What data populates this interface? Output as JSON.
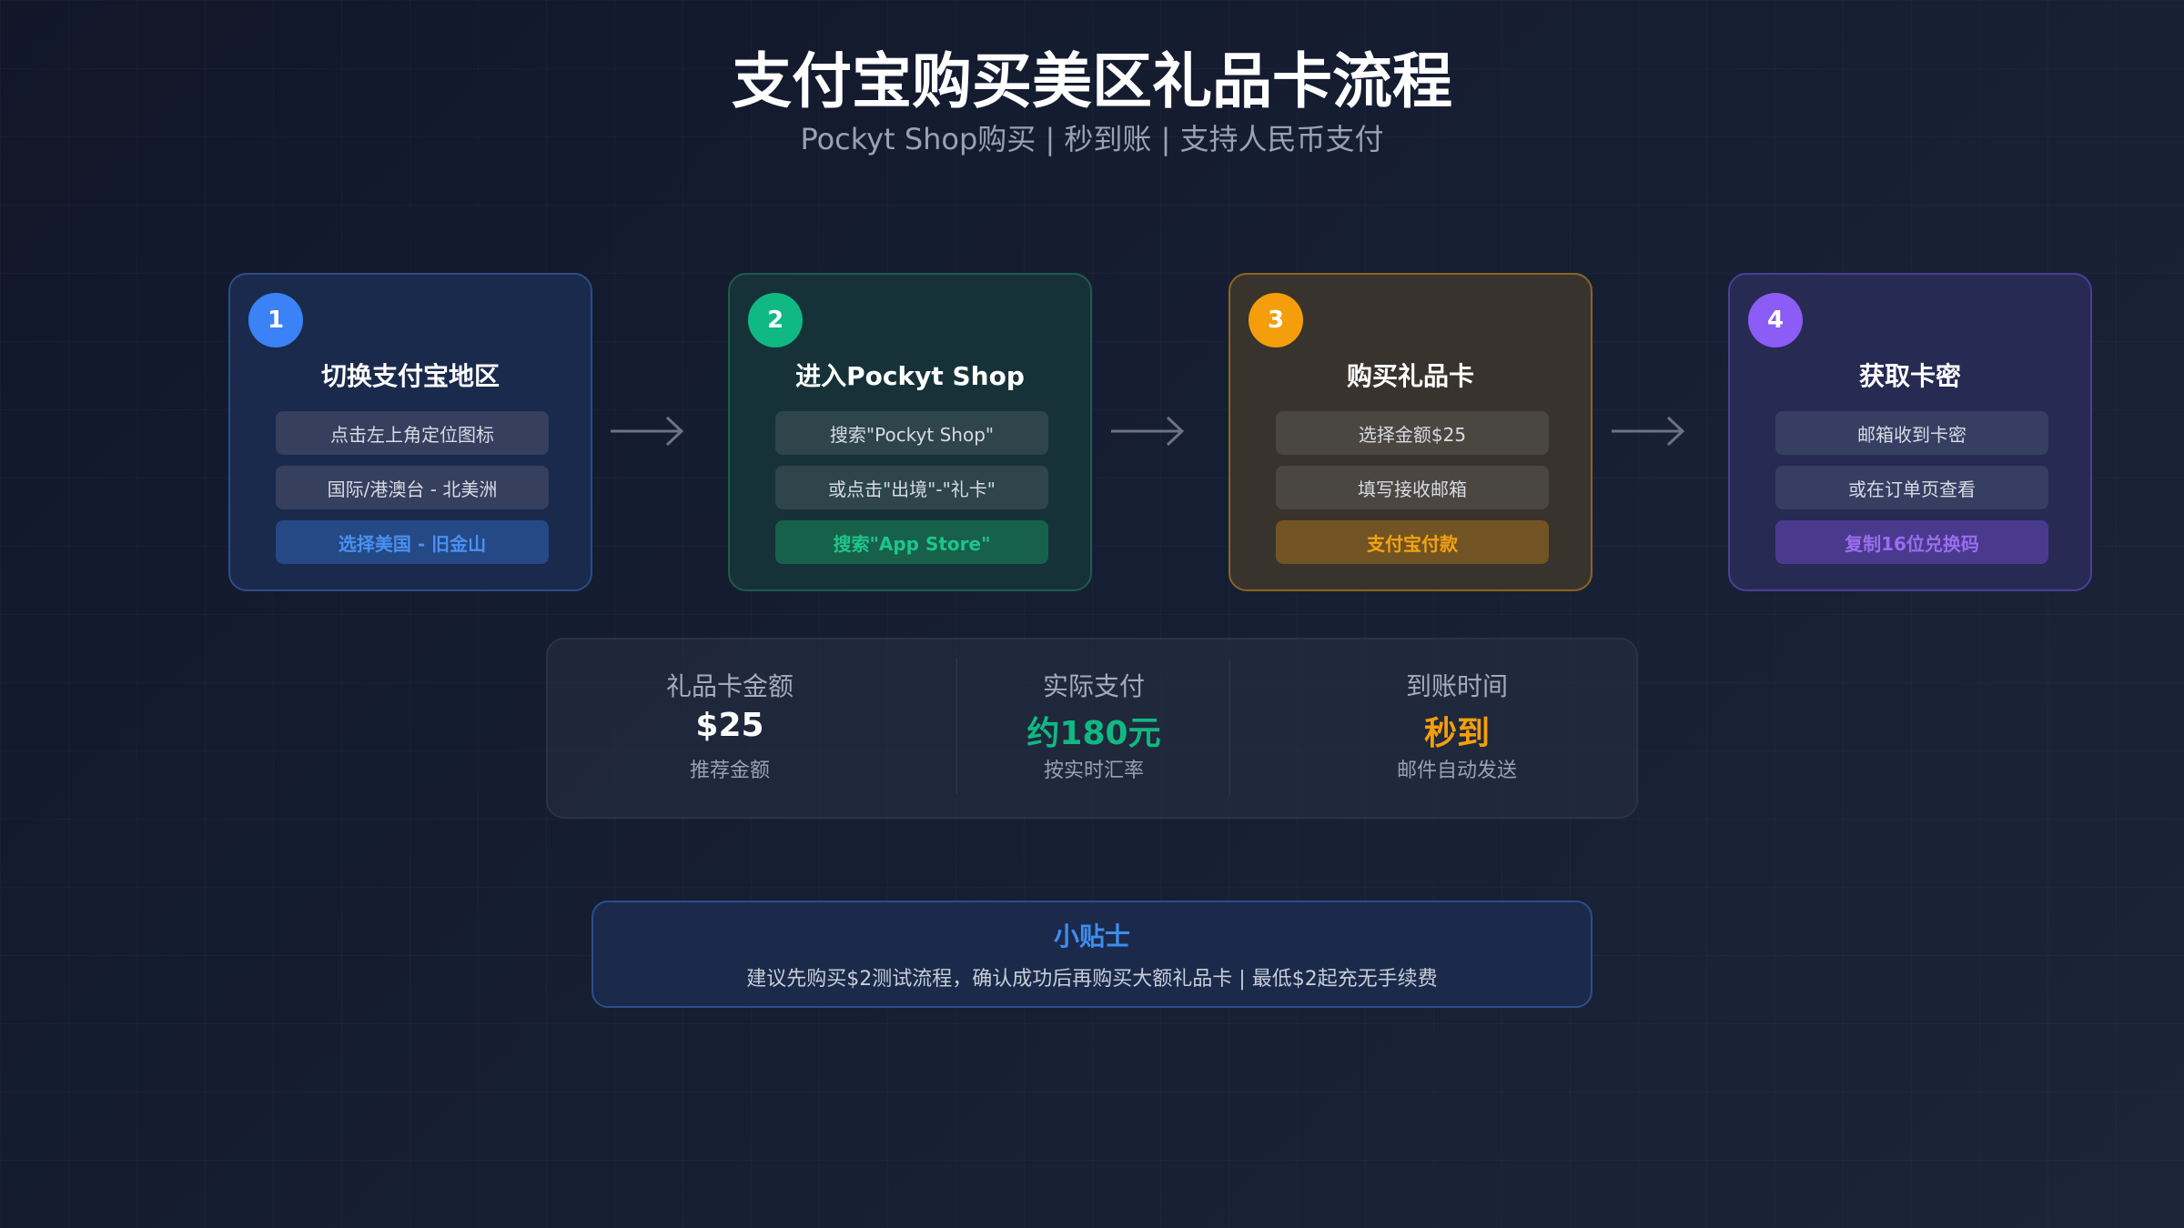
{
  "title": "支付宝购买美区礼品卡流程",
  "subtitle": "Pockyt Shop购买 | 秒到账 | 支持人民币支付",
  "steps": [
    {
      "number": "1",
      "title": "切换支付宝地区",
      "items": [
        "点击左上角定位图标",
        "国际/港澳台 - 北美洲",
        "选择美国 - 旧金山"
      ],
      "accent": "#3b82f6"
    },
    {
      "number": "2",
      "title": "进入Pockyt Shop",
      "items": [
        "搜索\"Pockyt Shop\"",
        "或点击\"出境\"-\"礼卡\"",
        "搜索\"App Store\""
      ],
      "accent": "#10b981"
    },
    {
      "number": "3",
      "title": "购买礼品卡",
      "items": [
        "选择金额$25",
        "填写接收邮箱",
        "支付宝付款"
      ],
      "accent": "#f59e0b"
    },
    {
      "number": "4",
      "title": "获取卡密",
      "items": [
        "邮箱收到卡密",
        "或在订单页查看",
        "复制16位兑换码"
      ],
      "accent": "#8b5cf6"
    }
  ],
  "stats": [
    {
      "label": "礼品卡金额",
      "value": "$25",
      "sub": "推荐金额",
      "color": "#ffffff"
    },
    {
      "label": "实际支付",
      "value": "约180元",
      "sub": "按实时汇率",
      "color": "#10b981"
    },
    {
      "label": "到账时间",
      "value": "秒到",
      "sub": "邮件自动发送",
      "color": "#f59e0b"
    }
  ],
  "tip": {
    "title": "小贴士",
    "text": "建议先购买$2测试流程，确认成功后再购买大额礼品卡 | 最低$2起充无手续费"
  }
}
